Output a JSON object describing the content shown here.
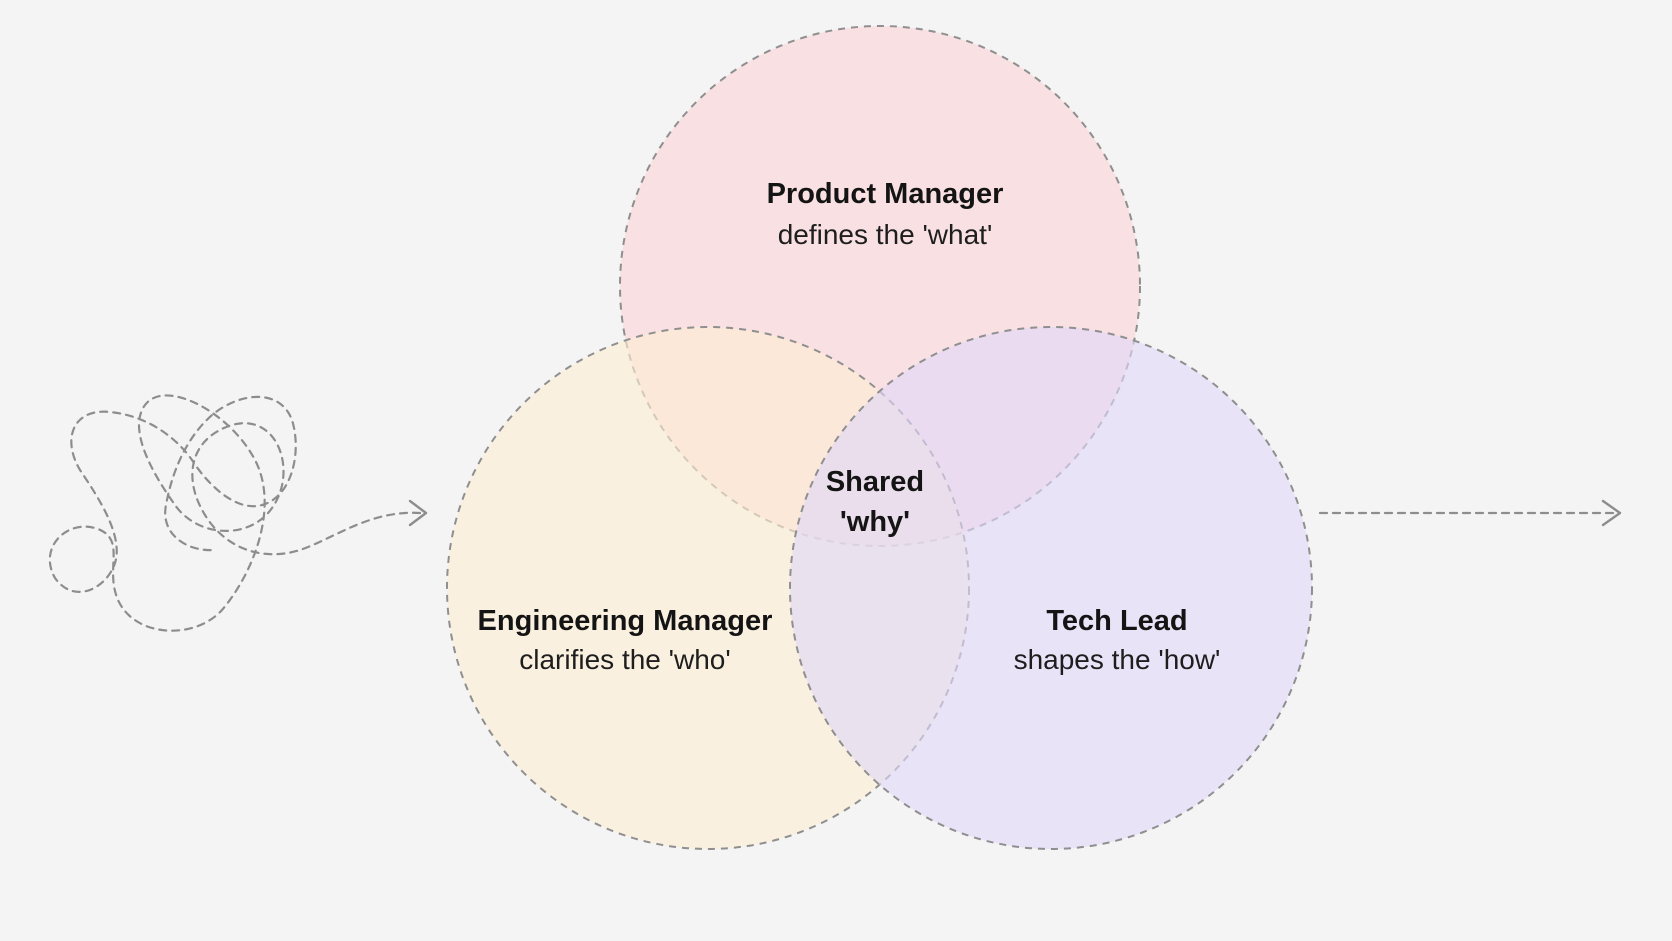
{
  "roles": {
    "product_manager": {
      "title": "Product Manager",
      "subtitle": "defines the 'what'",
      "fill": "#fadadd"
    },
    "engineering_manager": {
      "title": "Engineering Manager",
      "subtitle": "clarifies the 'who'",
      "fill": "#fdeed2"
    },
    "tech_lead": {
      "title": "Tech Lead",
      "subtitle": "shapes the 'how'",
      "fill": "#e1d8f8"
    }
  },
  "center": {
    "line1": "Shared",
    "line2": "'why'"
  },
  "colors": {
    "background": "#f4f4f4",
    "outline": "#8f8f8f",
    "arrow": "#8d8d8d"
  },
  "icons": {
    "left_flow": "tangled-scribble-arrow-icon",
    "right_flow": "straight-arrow-icon"
  }
}
